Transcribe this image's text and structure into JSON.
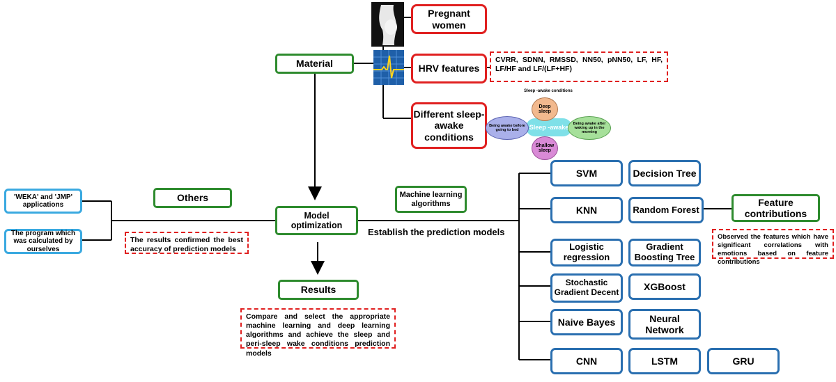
{
  "material": "Material",
  "pregnant_women": "Pregnant women",
  "hrv_features": "HRV features",
  "hrv_list": "CVRR, SDNN, RMSSD, NN50, pNN50, LF, HF, LF/HF and LF/(LF+HF)",
  "conditions": "Different sleep-awake conditions",
  "sleep_diagram": {
    "title": "Sleep -awake conditions",
    "center": "Sleep -awake",
    "deep": "Deep sleep",
    "shallow": "Shallow sleep",
    "before_bed": "Being awake before going to bed",
    "after_wake": "Being awake after waking up in the morning"
  },
  "others": "Others",
  "weka_jmp": "'WEKA' and 'JMP' applications",
  "own_program": "The program which was calculated by ourselves",
  "model_opt": "Model optimization",
  "results_confirmed": "The results confirmed the best accuracy of prediction models",
  "ml_algorithms": "Machine learning algorithms",
  "establish": "Establish the prediction models",
  "results": "Results",
  "compare_note": "Compare and select the appropriate machine learning and deep learning algorithms and achieve the sleep and peri-sleep wake conditions prediction models",
  "algorithms": {
    "svm": "SVM",
    "decision_tree": "Decision Tree",
    "knn": "KNN",
    "random_forest": "Random Forest",
    "logistic": "Logistic regression",
    "gbt": "Gradient Boosting Tree",
    "sgd": "Stochastic Gradient Decent",
    "xgboost": "XGBoost",
    "naive_bayes": "Naive Bayes",
    "neural_network": "Neural Network",
    "cnn": "CNN",
    "lstm": "LSTM",
    "gru": "GRU"
  },
  "feature_contrib": "Feature contributions",
  "feature_note": "Observed the features which have significant correlations with emotions based on feature contributions",
  "colors": {
    "green": "#2e8b2e",
    "red": "#e02020",
    "blue": "#2a6fb0",
    "cyan": "#3aa9e0"
  }
}
